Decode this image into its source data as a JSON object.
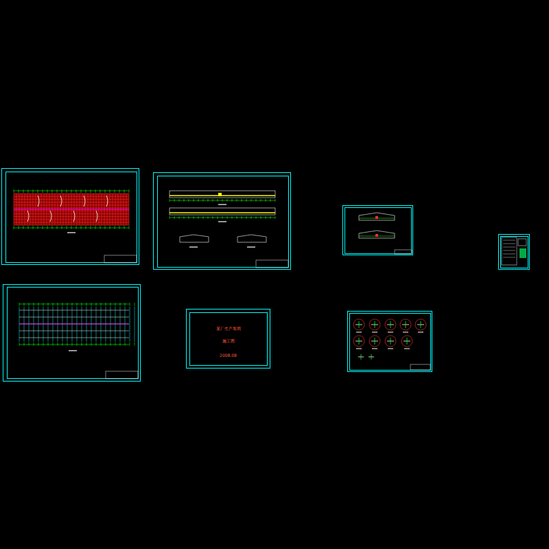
{
  "diagram": {
    "nodes": [
      {
        "text": [
          "某厂生产车间",
          "施工图",
          "2008.08"
        ]
      }
    ]
  }
}
